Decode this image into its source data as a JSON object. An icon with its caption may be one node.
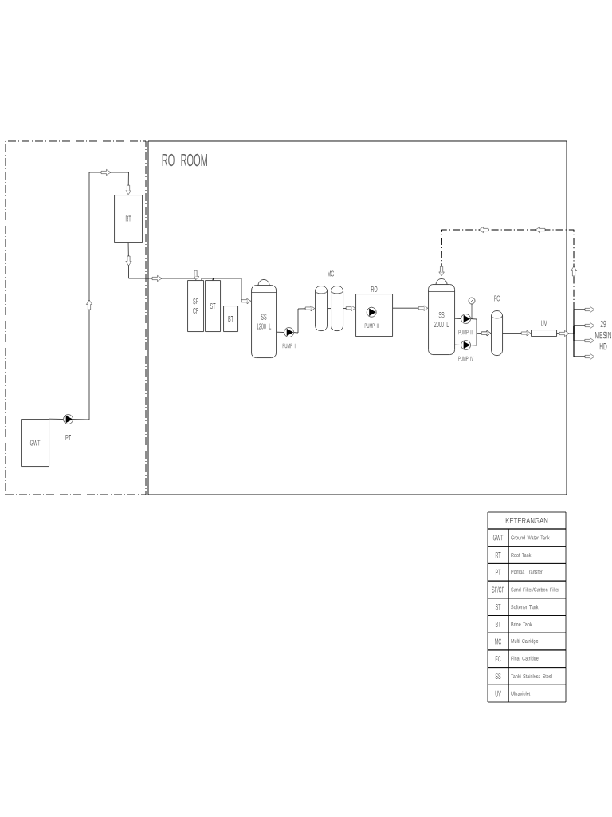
{
  "diagram": {
    "nodes": [
      {
        "text": [],
        "shape": "box"
      },
      {
        "text": [
          "RO ROOM"
        ]
      },
      {
        "text": [
          "RT"
        ],
        "in": 0
      },
      {
        "text": [
          "GWT"
        ],
        "in": 0
      },
      {
        "text": [],
        "shape": "circle",
        "beside": [
          "PT"
        ],
        "in": 0
      },
      {
        "text": [
          "SF CF"
        ],
        "in": 1
      },
      {
        "text": [
          "ST"
        ],
        "in": 1
      },
      {
        "text": [
          "BT"
        ],
        "in": 1
      },
      {
        "text": [
          "SS 1200 L"
        ],
        "in": 1
      },
      {
        "text": [],
        "shape": "circle",
        "beside": [
          "PUMP I"
        ],
        "in": 1
      },
      {
        "text": [],
        "shape": "cylinder",
        "in": 1
      },
      {
        "text": [],
        "shape": "cylinder",
        "in": 1
      },
      {
        "text": [
          "RO"
        ],
        "in": 1
      },
      {
        "text": [],
        "shape": "circle",
        "beside": [
          "PUMP II"
        ],
        "in": 12
      },
      {
        "text": [
          "SS 2000 L"
        ],
        "in": 1
      },
      {
        "text": [],
        "shape": "circle",
        "beside": [
          "PUMP III"
        ],
        "in": 1
      },
      {
        "text": [],
        "shape": "circle",
        "beside": [
          "PUMP IV"
        ],
        "in": 1
      },
      {
        "text": [
          "FC"
        ],
        "in": 1
      },
      {
        "text": [
          "UV"
        ],
        "in": 1
      },
      {
        "text": [
          "29 MESIN HD"
        ]
      }
    ],
    "edges": [
      {
        "from": 3,
        "to": 4,
        "arrow": "none"
      },
      {
        "from": 4,
        "to": 2,
        "arrow": "to"
      },
      {
        "from": 2,
        "to": 5,
        "arrow": "to"
      },
      {
        "from": 5,
        "to": 6,
        "arrow": "none"
      },
      {
        "from": 6,
        "to": 8,
        "arrow": "to"
      },
      {
        "from": 8,
        "to": 9,
        "arrow": "none"
      },
      {
        "from": 9,
        "to": 10,
        "arrow": "to"
      },
      {
        "from": 10,
        "to": 11,
        "arrow": "none"
      },
      {
        "from": 11,
        "to": 12,
        "arrow": "to"
      },
      {
        "from": 12,
        "to": 14,
        "arrow": "to"
      },
      {
        "from": 14,
        "to": 15,
        "arrow": "none"
      },
      {
        "from": 14,
        "to": 16,
        "arrow": "none"
      },
      {
        "from": 15,
        "to": 17,
        "arrow": "to"
      },
      {
        "from": 16,
        "to": 17,
        "arrow": "to"
      },
      {
        "from": 17,
        "to": 18,
        "arrow": "to"
      },
      {
        "from": 18,
        "to": 19,
        "arrow": "to"
      },
      {
        "from": null,
        "to": 14,
        "arrow": "to",
        "style": "dashed"
      }
    ],
    "labels": [
      "MC",
      "KETERANGAN",
      "GWT",
      "Ground Water Tank",
      "RT",
      "Roof Tank",
      "PT",
      "Pompa Transfer",
      "SF/CF",
      "Sand Filter/Carbon Filter",
      "ST",
      "Softener Tank",
      "BT",
      "Brine Tank",
      "MC",
      "Multi Catridge",
      "FC",
      "Final Catridge",
      "SS",
      "Tanki Stainless Steel",
      "UV",
      "Ultraviolet"
    ]
  }
}
